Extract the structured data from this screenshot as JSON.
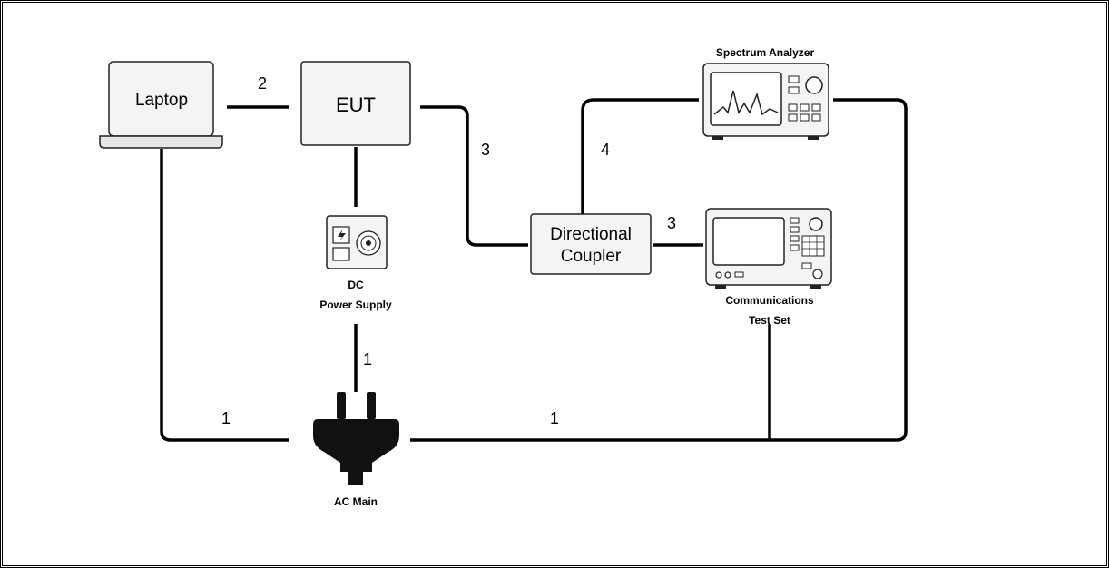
{
  "devices": {
    "laptop": "Laptop",
    "eut": "EUT",
    "dc_power_supply_line1": "DC",
    "dc_power_supply_line2": "Power Supply",
    "directional_coupler_line1": "Directional",
    "directional_coupler_line2": "Coupler",
    "spectrum_analyzer": "Spectrum Analyzer",
    "comm_test_set_line1": "Communications",
    "comm_test_set_line2": "Test Set",
    "ac_main": "AC Main"
  },
  "connections": {
    "laptop_eut": "2",
    "eut_coupler": "3",
    "coupler_analyzer": "4",
    "coupler_testset": "3",
    "psu_acmain": "1",
    "laptop_acmain": "1",
    "acmain_instruments": "1"
  }
}
